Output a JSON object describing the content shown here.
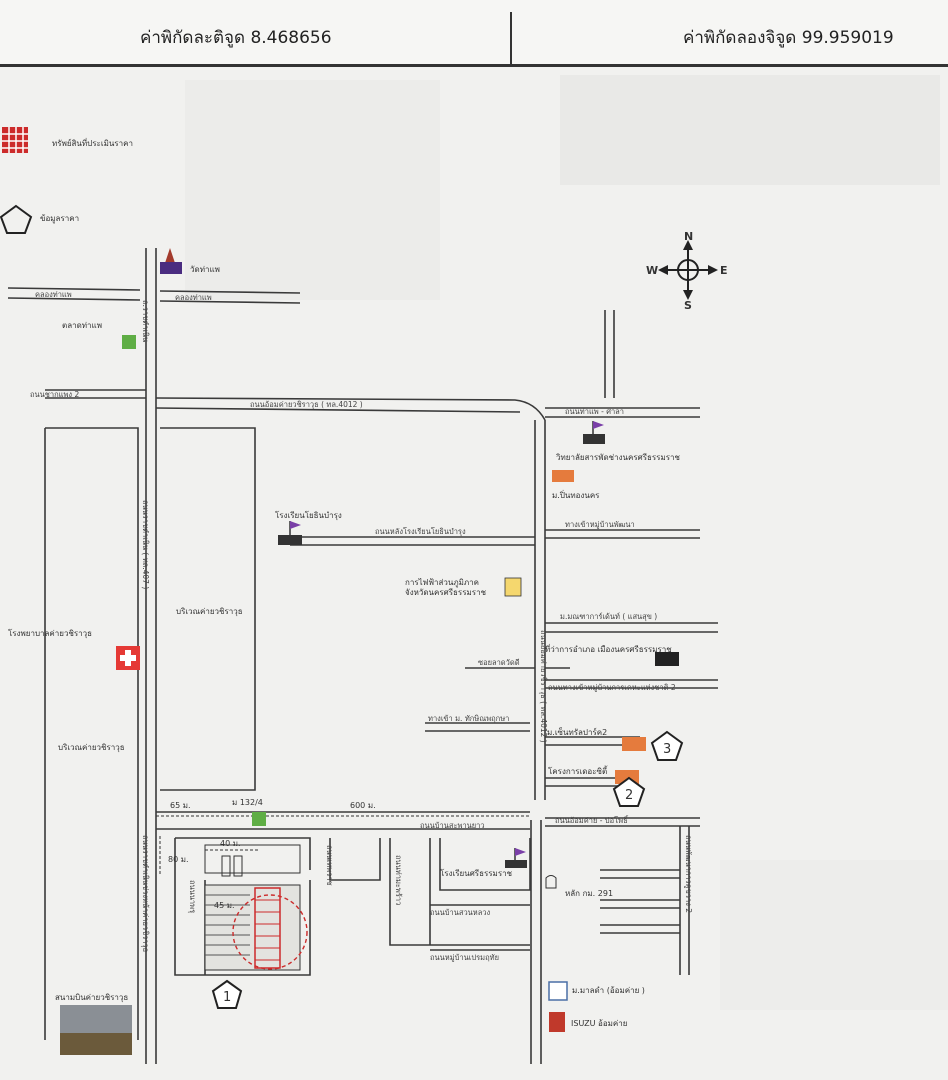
{
  "header": {
    "latitude_label": "ค่าพิกัดละติจูด 8.468656",
    "longitude_label": "ค่าพิกัดลองจิจูด 99.959019"
  },
  "legend": {
    "property_label": "ทรัพย์สินที่ประเมินราคา",
    "price_data_label": "ข้อมูลราคา"
  },
  "compass": {
    "n": "N",
    "s": "S",
    "e": "E",
    "w": "W"
  },
  "places": {
    "wat_tha_phae": "วัดท่าแพ",
    "talat_tha_phae": "ตลาดท่าแพ",
    "college": "วิทยาลัยสารพัดช่างนครศรีธรรมราช",
    "mu_pin_thong": "ม.ปิ่นทองนคร",
    "school_yothin": "โรงเรียนโยธินบำรุง",
    "pea": "การไฟฟ้าส่วนภูมิภาค\nจังหวัดนครศรีธรรมราช",
    "district_office": "ที่ว่าการอำเภอ เมืองนครศรีธรรมราช",
    "army_area_1": "บริเวณค่ายวชิราวุธ",
    "army_hospital": "โรงพยาบาลค่ายวชิราวุธ",
    "army_area_2": "บริเวณค่ายวชิราวุธ",
    "mu_central_park": "ม.เซ็นทรัลปาร์ค2",
    "the_city": "โครงการเดอะซิตี้",
    "school_nakhon": "โรงเรียนศรีธรรมราช",
    "km_post": "หลัก กม. 291",
    "mu_malai": "ม.มาลดำ (อ้อมค่าย )",
    "isuzu": "ISUZU อ้อมค่าย",
    "airfield": "สนามบินค่ายวชิราวุธ"
  },
  "roads": {
    "khlong_tha_phae_left": "คลองท่าแพ",
    "khlong_tha_phae_right": "คลองท่าแพ",
    "ratchadamnoen_top": "ถ.ราชดำเนิน",
    "road_chak_phaeng_2": "ถนนชากแพง 2",
    "om_khai_4012": "ถนนอ้อมค่ายวชิราวุธ ( ทล.4012 )",
    "tha_phae_road": "ถนนท่าแพ - ศาลา",
    "road_behind_school": "ถนนหลังโรงเรียนโยธินบำรุง",
    "entrance_ban_phatthana": "ทางเข้าหมู่บ้านพัฒนา",
    "ratchadamnoen_407": "ถนนราชดำเนิน ( ทล.407 )",
    "mu_moh_road": "ม.มณฑาการ์เด้นท์ ( แสนสุข )",
    "soi_wat": "ซอยลาดวัดดี",
    "road_ban_karn": "ถนนทางเข้าหมู่บ้านการเคหะแห่งชาติ 2",
    "entrance_mu": "ทางเข้า ม. ทักษิณพฤกษา",
    "road_4012_v": "ถนนอ้อมค่ายวชิราวุธ ( ทล.4012 )",
    "road_ban_nan": "ถนนบ้านสะพานยาว",
    "road_om_khai_bo_pho": "ถนนอ้อมค่าย - บ่อโพธิ์",
    "soi_korn_2": "ถนนพัฒนาการคูขวาง 2",
    "road_khao": "ถนนหน้าวิทยาลัย",
    "road_pan": "ถนนเทศบาลพัฒนา",
    "road_ban_saraphi": "ถนนบ้านสวนหลวง",
    "road_ban_lok": "ถนนหมู่บ้านเปรมฤทัย",
    "ratchadamnoen_bottom": "ถนนราชดำเนินช่วงหน้าค่ายวชิราวุธ",
    "road_nakhon_v": "ถนนเทพราช",
    "road_khon_v": "ถนนท่ามะพร้าว",
    "road_tha_v": "ถนนนาพรุ"
  },
  "markers": {
    "m1": "1",
    "m2": "2",
    "m3": "3",
    "m132": "ม 132/4"
  },
  "distances": {
    "d65": "65 ม.",
    "d600": "600 ม.",
    "d40": "40 ม.",
    "d80": "80 ม.",
    "d45": "45 ม."
  },
  "colors": {
    "road": "#3a3a3a",
    "school_flag": "#7a3fa8",
    "hospital": "#e53935",
    "green_marker": "#5fae45",
    "property_box": "#cc2b2b"
  }
}
